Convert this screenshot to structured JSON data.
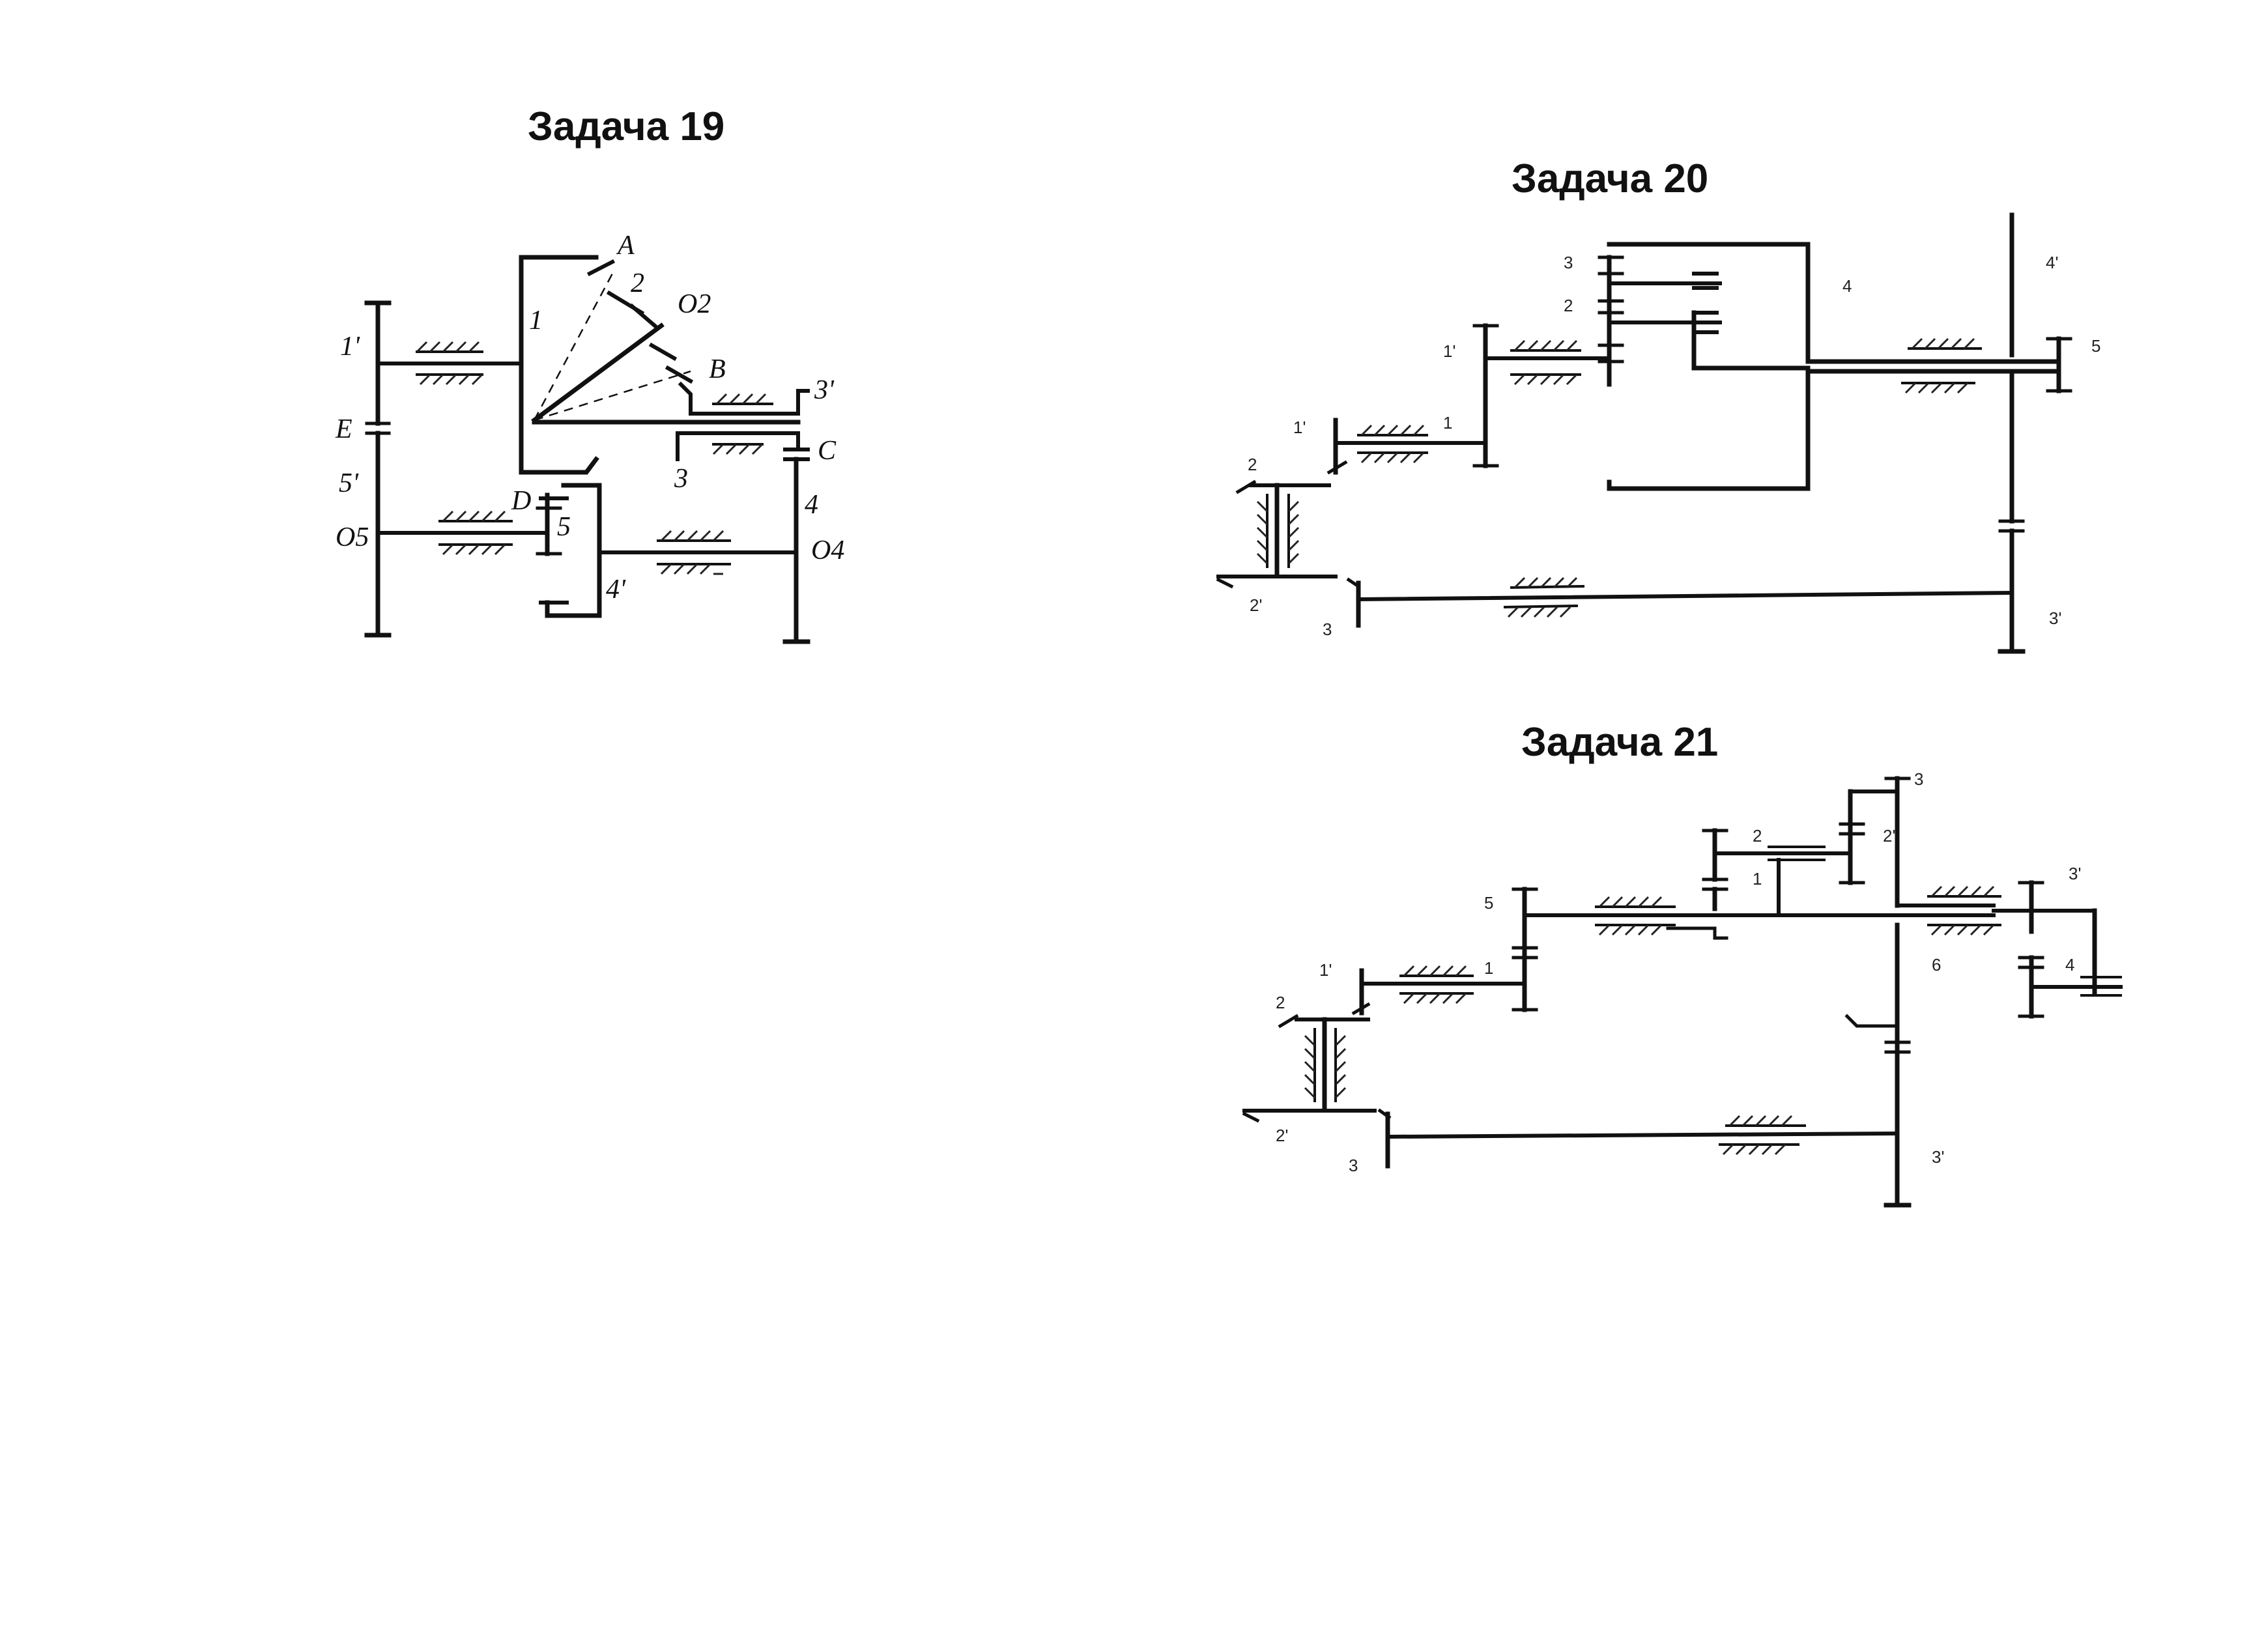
{
  "diagrams": [
    {
      "title": "Задача 19",
      "labels": [
        "A",
        "2",
        "O2",
        "1",
        "B",
        "3'",
        "1'",
        "E",
        "C",
        "3",
        "5'",
        "D",
        "5",
        "4",
        "O5",
        "O4",
        "4'"
      ]
    },
    {
      "title": "Задача 20",
      "labels": [
        "3",
        "2",
        "4",
        "4'",
        "1'",
        "5",
        "1",
        "1'",
        "2",
        "2'",
        "3",
        "3'"
      ]
    },
    {
      "title": "Задача 21",
      "labels": [
        "3",
        "2",
        "2'",
        "1",
        "3'",
        "5",
        "1",
        "4",
        "1'",
        "6",
        "2",
        "2'",
        "3",
        "3'"
      ]
    }
  ]
}
